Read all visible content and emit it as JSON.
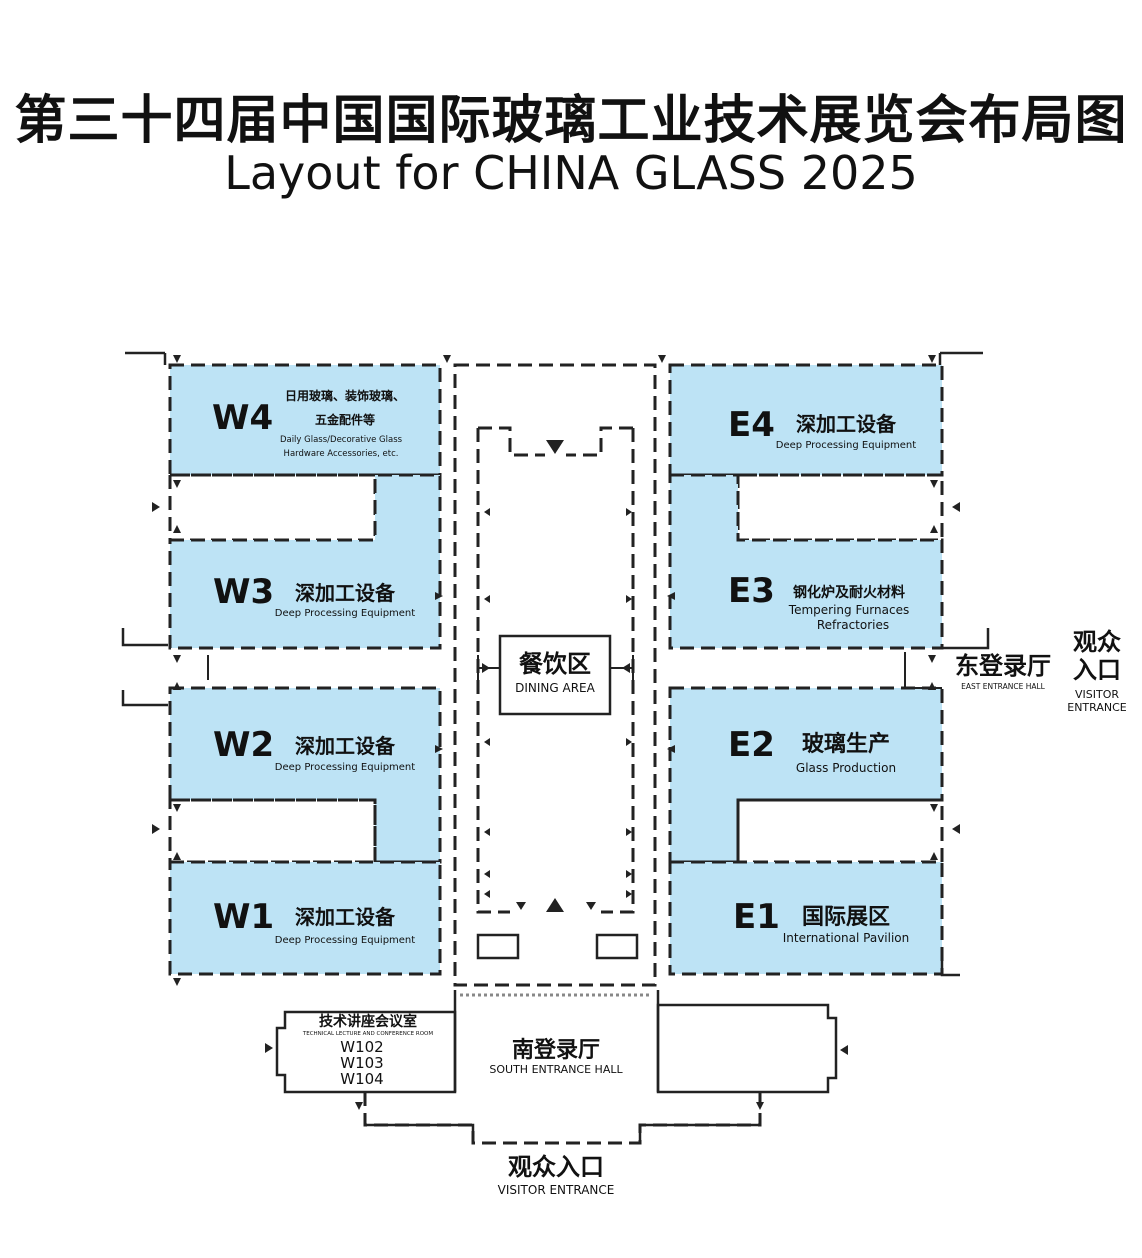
{
  "title": {
    "zh": "第三十四届中国国际玻璃工业技术展览会布局图",
    "en": "Layout  for  CHINA GLASS  2025"
  },
  "halls": {
    "W4": {
      "code": "W4",
      "zh1": "日用玻璃、装饰玻璃、",
      "zh2": "五金配件等",
      "en1": "Daily Glass/Decorative Glass",
      "en2": "Hardware Accessories, etc."
    },
    "W3": {
      "code": "W3",
      "zh": "深加工设备",
      "en": "Deep Processing Equipment"
    },
    "W2": {
      "code": "W2",
      "zh": "深加工设备",
      "en": "Deep Processing Equipment"
    },
    "W1": {
      "code": "W1",
      "zh": "深加工设备",
      "en": "Deep Processing Equipment"
    },
    "E4": {
      "code": "E4",
      "zh": "深加工设备",
      "en": "Deep Processing Equipment"
    },
    "E3": {
      "code": "E3",
      "zh": "钢化炉及耐火材料",
      "en1": "Tempering Furnaces",
      "en2": "Refractories"
    },
    "E2": {
      "code": "E2",
      "zh": "玻璃生产",
      "en": "Glass Production"
    },
    "E1": {
      "code": "E1",
      "zh": "国际展区",
      "en": "International Pavilion"
    }
  },
  "dining": {
    "zh": "餐饮区",
    "en": "DINING AREA"
  },
  "east_hall": {
    "zh": "东登录厅",
    "en": "EAST ENTRANCE HALL"
  },
  "east_visitor": {
    "zh1": "观众",
    "zh2": "入口",
    "en1": "VISITOR",
    "en2": "ENTRANCE"
  },
  "lecture": {
    "zh": "技术讲座会议室",
    "en": "TECHNICAL LECTURE AND CONFERENCE ROOM",
    "rooms": [
      "W102",
      "W103",
      "W104"
    ]
  },
  "south_hall": {
    "zh": "南登录厅",
    "en": "SOUTH ENTRANCE HALL"
  },
  "south_visitor": {
    "zh": "观众入口",
    "en": "VISITOR ENTRANCE"
  }
}
